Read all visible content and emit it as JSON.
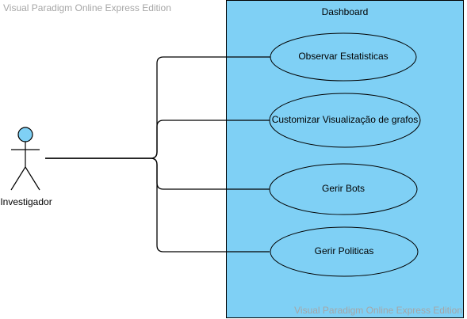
{
  "watermark": "Visual Paradigm Online Express Edition",
  "system": {
    "title": "Dashboard",
    "fill": "#7fd0f5",
    "stroke": "#000000"
  },
  "actor": {
    "name": "Investigador",
    "head_fill": "#7fd0f5"
  },
  "use_cases": [
    {
      "label": "Observar Estatisticas"
    },
    {
      "label": "Customizar Visualização de grafos"
    },
    {
      "label": "Gerir Bots"
    },
    {
      "label": "Gerir Politicas"
    }
  ]
}
